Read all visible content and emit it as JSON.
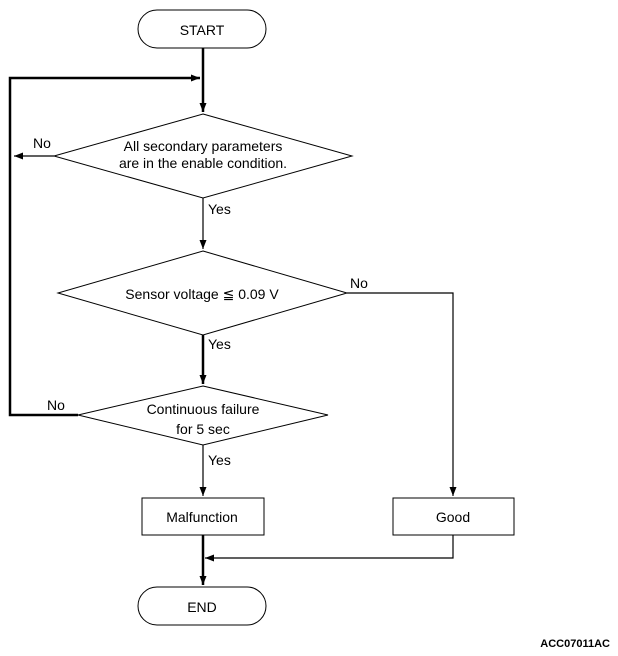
{
  "nodes": {
    "start": "START",
    "check_params": [
      "All secondary parameters",
      "are in the enable condition."
    ],
    "check_voltage": "Sensor voltage ≦ 0.09 V",
    "check_failure": [
      "Continuous failure",
      "for 5 sec"
    ],
    "malfunction": "Malfunction",
    "good": "Good",
    "end": "END"
  },
  "labels": {
    "params_no": "No",
    "params_yes": "Yes",
    "voltage_no": "No",
    "voltage_yes": "Yes",
    "failure_no": "No",
    "failure_yes": "Yes"
  },
  "figure_id": "ACC07011AC"
}
